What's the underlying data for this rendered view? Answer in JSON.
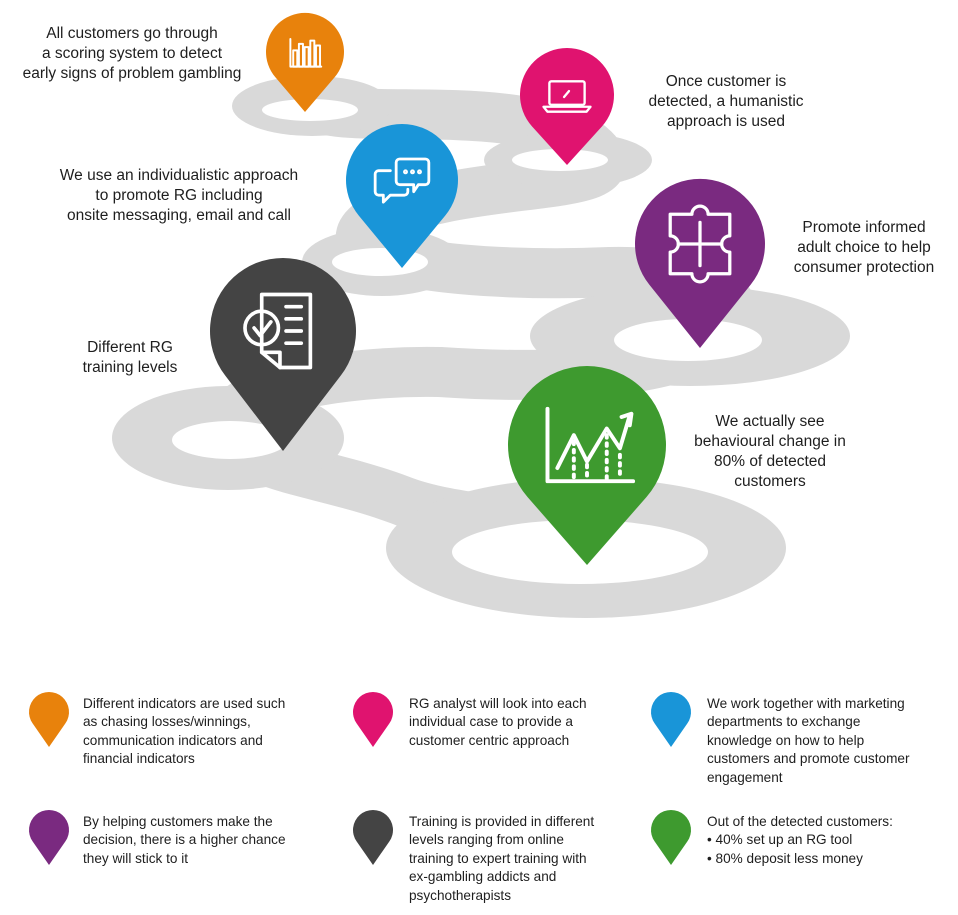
{
  "colors": {
    "orange": "#e8820c",
    "pink": "#e0136f",
    "blue": "#1995d8",
    "purple": "#7a2a80",
    "dark": "#444444",
    "green": "#3e9a2f",
    "road": "#d9d9d9",
    "road_hole": "#ffffff"
  },
  "markers": [
    {
      "id": "orange",
      "icon": "bar-chart-icon",
      "caption": "All customers go through\na scoring system to detect\nearly signs of problem gambling"
    },
    {
      "id": "pink",
      "icon": "laptop-icon",
      "caption": "Once customer is\ndetected, a humanistic\napproach is used"
    },
    {
      "id": "blue",
      "icon": "chat-bubbles-icon",
      "caption": "We use an individualistic approach\nto promote RG including\nonsite messaging, email and call"
    },
    {
      "id": "purple",
      "icon": "puzzle-icon",
      "caption": "Promote informed\nadult choice to help\nconsumer protection"
    },
    {
      "id": "dark",
      "icon": "checklist-document-icon",
      "caption": "Different RG\ntraining levels"
    },
    {
      "id": "green",
      "icon": "growth-chart-icon",
      "caption": "We actually see\nbehavioural change in\n80% of detected\ncustomers"
    }
  ],
  "legend": [
    {
      "id": "orange",
      "text": "Different indicators are used such\nas chasing losses/winnings,\ncommunication indicators and\nfinancial indicators"
    },
    {
      "id": "pink",
      "text": "RG analyst will look into each\nindividual case to provide a\ncustomer centric approach"
    },
    {
      "id": "blue",
      "text": "We work together with marketing\ndepartments to exchange\nknowledge on how to help\ncustomers and promote customer\nengagement"
    },
    {
      "id": "purple",
      "text": "By helping customers make the\ndecision, there is a higher chance\nthey will stick to it"
    },
    {
      "id": "dark",
      "text": "Training is provided in different\nlevels ranging from online\ntraining to expert training with\nex-gambling addicts and\npsychotherapists"
    },
    {
      "id": "green",
      "text": "Out of the detected customers:\n• 40% set up an RG tool\n• 80% deposit less money"
    }
  ]
}
